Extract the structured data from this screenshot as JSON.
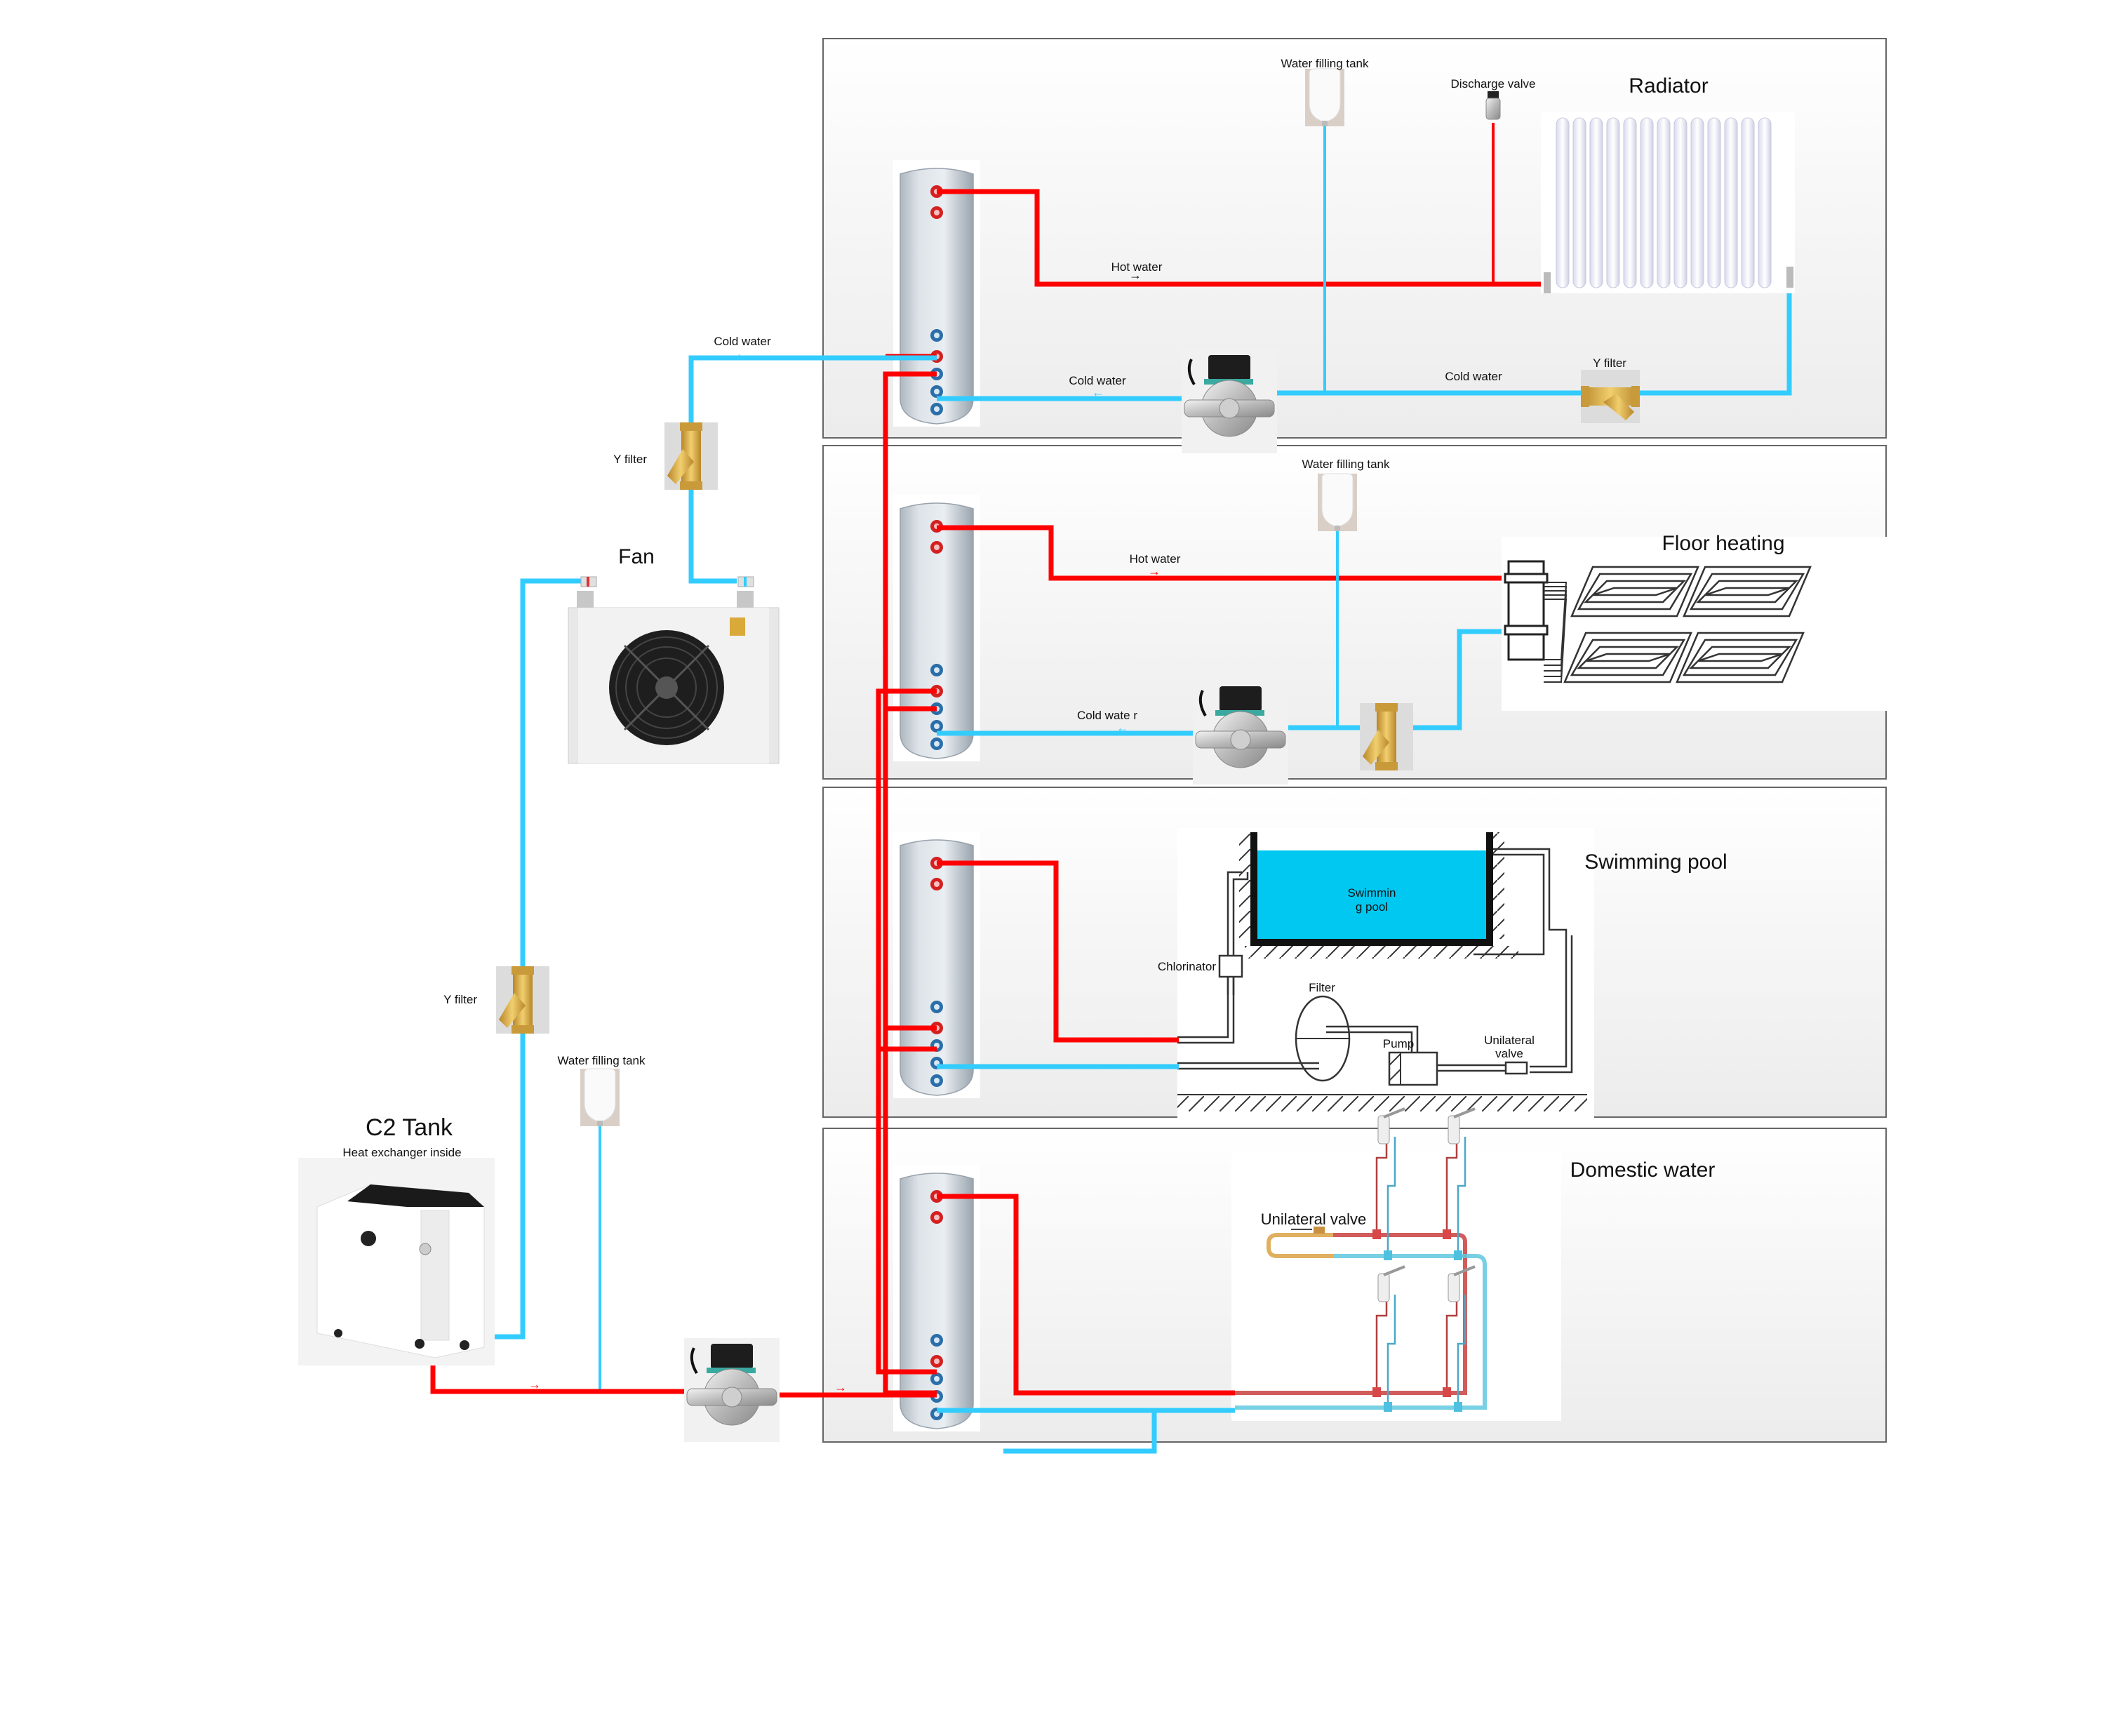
{
  "colors": {
    "hot_pipe": "#ff0000",
    "cold_pipe": "#33ccff",
    "pool_water": "#00c8f0",
    "brass": "#d9a93a",
    "panel_border": "#666666"
  },
  "source": {
    "c2_tank": {
      "title": "C2 Tank",
      "subtitle": "Heat exchanger inside"
    },
    "fan": {
      "title": "Fan"
    },
    "y_filter_upper": "Y filter",
    "y_filter_lower": "Y filter",
    "water_filling_tank": "Water filling tank",
    "cold_water_return": "Cold water"
  },
  "panels": {
    "radiator": {
      "title": "Radiator",
      "water_filling_tank": "Water filling tank",
      "discharge_valve": "Discharge valve",
      "hot_water": "Hot water",
      "cold_water_left": "Cold water",
      "cold_water_right": "Cold water",
      "y_filter": "Y filter"
    },
    "floor_heating": {
      "title": "Floor heating",
      "water_filling_tank": "Water filling tank",
      "hot_water": "Hot water",
      "cold_water": "Cold wate r"
    },
    "swimming_pool": {
      "title": "Swimming pool",
      "pool_label_line1": "Swimmin",
      "pool_label_line2": "g pool",
      "chlorinator": "Chlorinator",
      "filter": "Filter",
      "pump": "Pump",
      "unilateral_valve_line1": "Unilateral",
      "unilateral_valve_line2": "valve"
    },
    "domestic_water": {
      "title": "Domestic water",
      "unilateral_valve": "Unilateral valve"
    }
  }
}
